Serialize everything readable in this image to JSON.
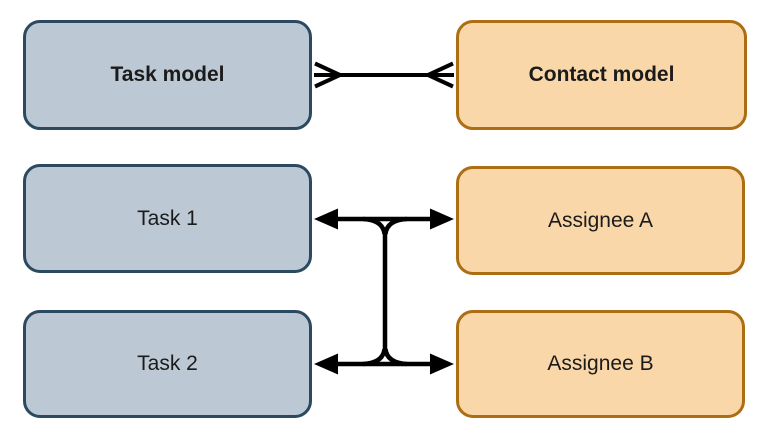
{
  "nodes": {
    "task_model": "Task model",
    "contact_model": "Contact model",
    "task_1": "Task 1",
    "task_2": "Task 2",
    "assignee_a": "Assignee A",
    "assignee_b": "Assignee B"
  },
  "edges": [
    {
      "from": "Task model",
      "to": "Contact model",
      "notation": "crow's-foot many-to-many line"
    },
    {
      "from": "Task 1",
      "to": "Assignee A",
      "notation": "double-headed arrow"
    },
    {
      "from": "Task 2",
      "to": "Assignee B",
      "notation": "double-headed arrow"
    },
    {
      "from": "Task 1 / Assignee A arrow",
      "to": "Task 2 / Assignee B arrow",
      "notation": "vertical bus connector with rounded fillets"
    }
  ],
  "colors": {
    "background": "#ffffff",
    "connector": "#000000",
    "text": "#1b1b1b",
    "task_fill": "#bcc9d4",
    "task_border": "#2b4a60",
    "contact_fill": "#f9d7a9",
    "contact_border": "#ad6d12"
  }
}
